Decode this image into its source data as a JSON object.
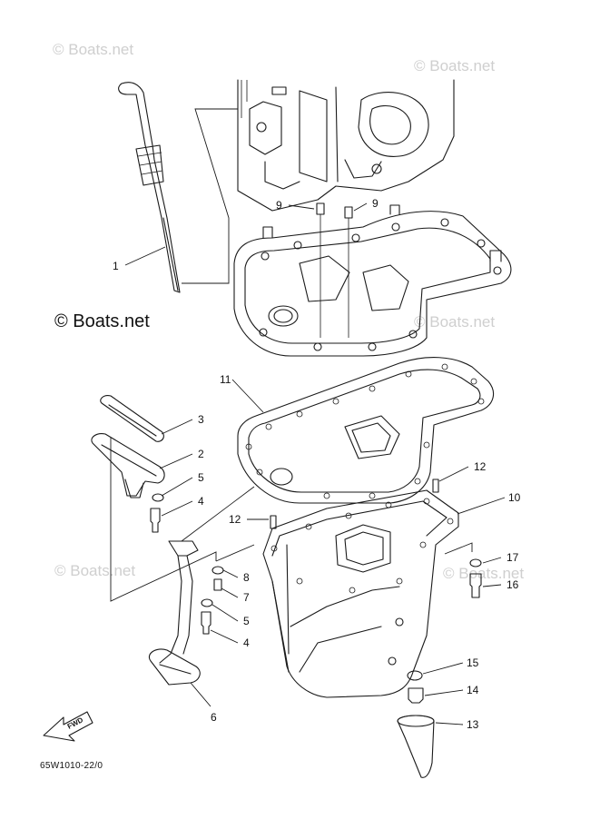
{
  "watermarks": {
    "top_left": "© Boats.net",
    "top_right": "© Boats.net",
    "middle_left": "© Boats.net",
    "middle_right": "© Boats.net",
    "lower_left": "© Boats.net",
    "lower_right": "© Boats.net"
  },
  "diagram_code": "65W1010-22/0",
  "fwd_label": "FWD",
  "callouts": {
    "c1": "1",
    "c2": "2",
    "c3": "3",
    "c4a": "4",
    "c4b": "4",
    "c5a": "5",
    "c5b": "5",
    "c6": "6",
    "c7": "7",
    "c8": "8",
    "c9a": "9",
    "c9b": "9",
    "c10": "10",
    "c11": "11",
    "c12a": "12",
    "c12b": "12",
    "c13": "13",
    "c14": "14",
    "c15": "15",
    "c16": "16",
    "c17": "17"
  }
}
